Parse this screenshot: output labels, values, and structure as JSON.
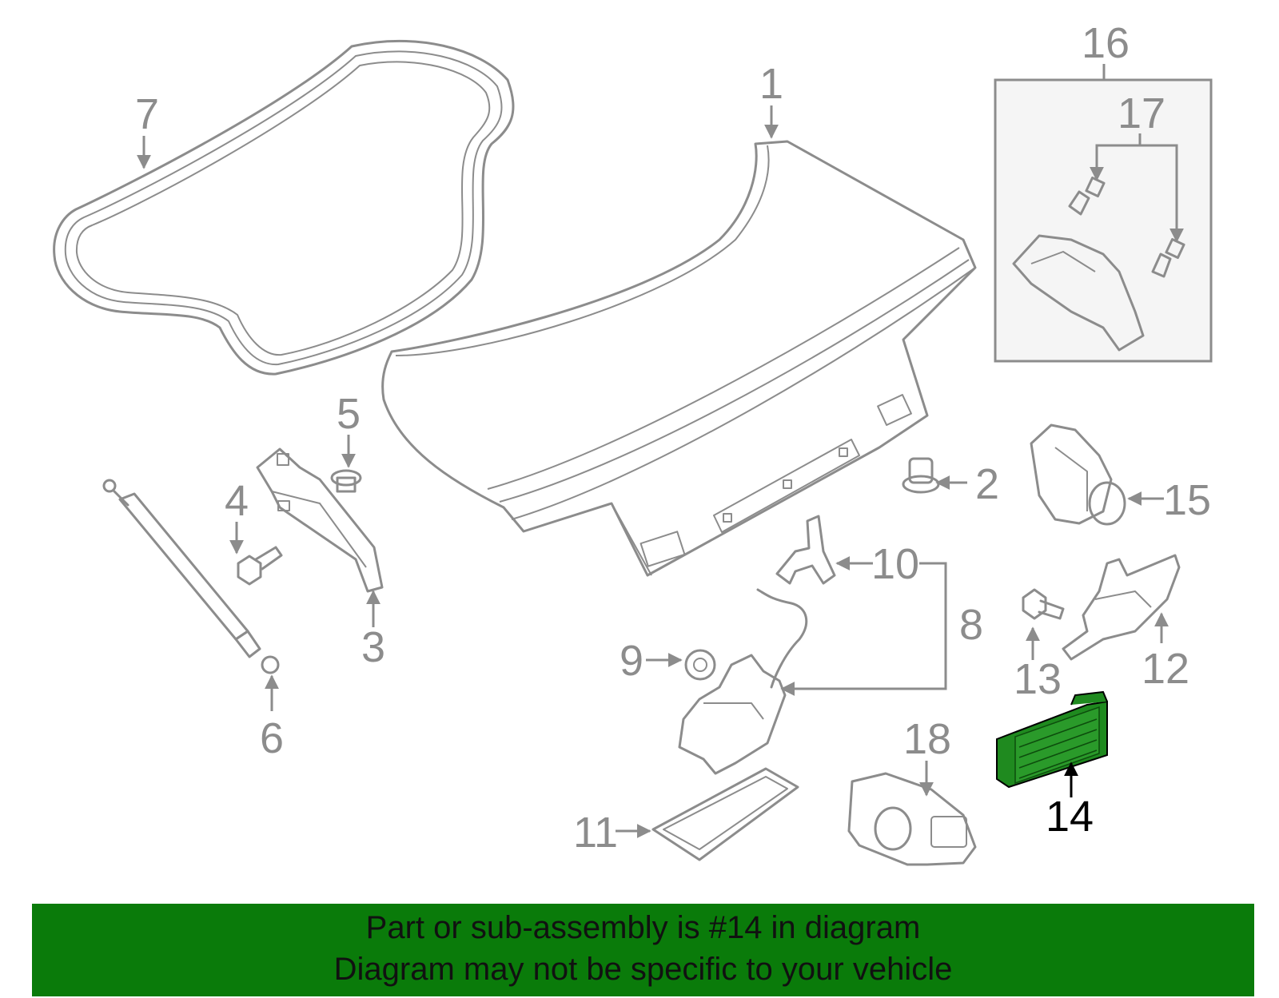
{
  "banner": {
    "line1": "Part or sub-assembly is #14 in diagram",
    "line2": "Diagram may not be specific to your vehicle",
    "background": "#0a7b0a"
  },
  "highlight": {
    "part_number": "14",
    "fill_color": "#1f8a1f"
  },
  "callouts": [
    "1",
    "2",
    "3",
    "4",
    "5",
    "6",
    "7",
    "8",
    "9",
    "10",
    "11",
    "12",
    "13",
    "14",
    "15",
    "16",
    "17",
    "18"
  ]
}
